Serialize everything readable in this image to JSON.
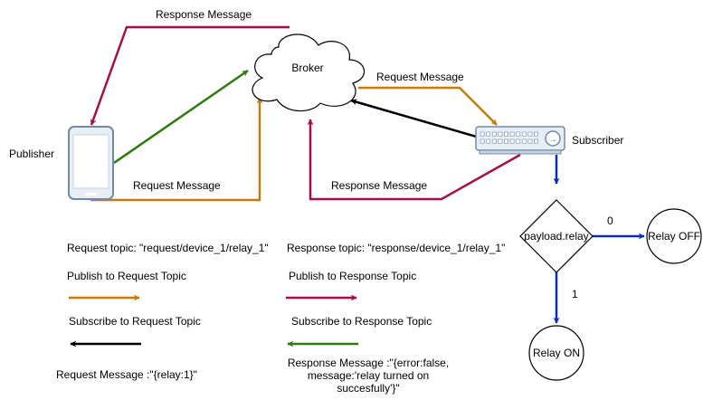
{
  "colors": {
    "publish_request": "#c07c0c",
    "publish_response": "#a50f4a",
    "subscribe_request": "#000000",
    "subscribe_response": "#2d7a0f",
    "flow": "#0a2bb8",
    "outline": "#000000",
    "device_fill": "#e8eef6",
    "device_stroke": "#6f8aaa"
  },
  "nodes": {
    "broker": "Broker",
    "publisher": "Publisher",
    "subscriber": "Subscriber",
    "decision": "payload.relay",
    "relay_off": "Relay OFF",
    "relay_on": "Relay ON"
  },
  "edges": {
    "response_top": "Response Message",
    "request_right": "Request Message",
    "request_bottom": "Request Message",
    "response_bottom": "Response Message",
    "branch_zero": "0",
    "branch_one": "1"
  },
  "legend": {
    "request_topic": "Request topic: \"request/device_1/relay_1\"",
    "response_topic": "Response topic: \"response/device_1/relay_1\"",
    "publish_request": "Publish to Request Topic",
    "publish_response": "Publish to Response Topic",
    "subscribe_request": "Subscribe to Request Topic",
    "subscribe_response": "Subscribe to Response Topic",
    "request_message": "Request Message :\"{relay:1}\"",
    "response_message_line1": "Response Message :\"{error:false,",
    "response_message_line2": "message:'relay turned on",
    "response_message_line3": "succesfully'}\""
  }
}
